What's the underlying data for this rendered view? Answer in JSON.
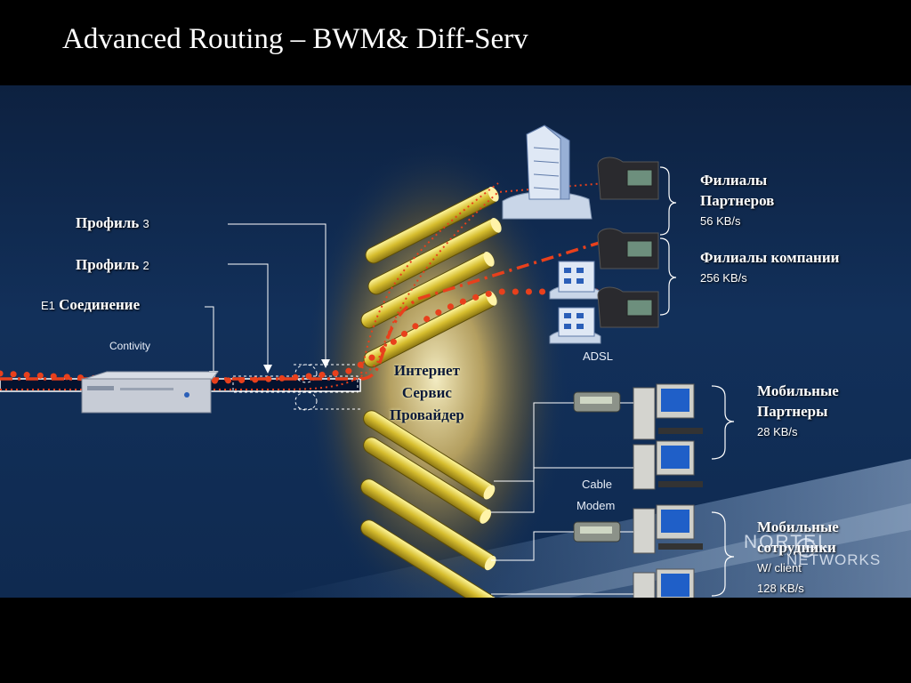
{
  "slide": {
    "title": "Advanced Routing – BWM& Diff-Serv"
  },
  "labels": {
    "profile3_main": "Профиль",
    "profile3_num": "3",
    "profile2_main": "Профиль",
    "profile2_num": "2",
    "e1_prefix": "E1",
    "e1_main": "Соединение",
    "contivity": "Contivity",
    "isp_line1": "Интернет",
    "isp_line2": "Сервис",
    "isp_line3": "Провайдер",
    "adsl": "ADSL",
    "cable": "Cable",
    "modem": "Modem"
  },
  "sites": {
    "partner_branches": {
      "line1": "Филиалы",
      "line2": "Партнеров",
      "speed": "56 KB/s"
    },
    "company_branches": {
      "line1": "Филиалы компании",
      "speed": "256 KB/s"
    },
    "mobile_partners": {
      "line1": "Мобильные",
      "line2": "Партнеры",
      "speed": "28 KB/s"
    },
    "mobile_staff": {
      "line1": "Мобильные",
      "line2": "сотрудники",
      "client": "W/ client",
      "speed": "128 KB/s"
    }
  },
  "logo": {
    "text1": "NORTEL",
    "text2": "NETWORKS"
  },
  "colors": {
    "accent_red": "#e8401c",
    "tube_gold": "#d9c23a",
    "background": "#12305a"
  }
}
